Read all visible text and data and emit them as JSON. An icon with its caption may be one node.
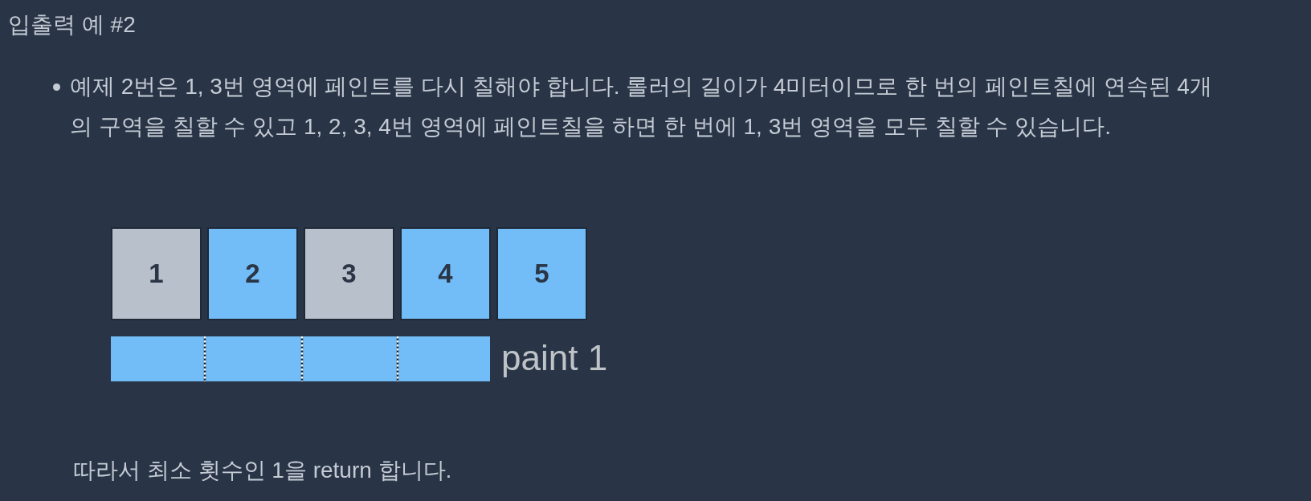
{
  "diagram": {
    "title": "입출력 예 #2",
    "nodes": [
      {
        "text": [
          "1"
        ]
      },
      {
        "text": [
          "2"
        ]
      },
      {
        "text": [
          "3"
        ]
      },
      {
        "text": [
          "4"
        ]
      },
      {
        "text": [
          "5"
        ]
      },
      {
        "text": [],
        "shape": "bar",
        "beside": [
          "paint 1"
        ]
      }
    ],
    "labels": [
      "예제 2번은 1, 3번 영역에 페인트를 다시 칠해야 합니다. 롤러의 길이가 4미터이므로 한 번의 페인트칠에 연속된 4개의 구역을 칠할 수 있고 1, 2, 3, 4번 영역에 페인트칠을 하면 한 번에 1, 3번 영역을 모두 칠할 수 있습니다.",
      "따라서 최소 횟수인 1을 return 합니다."
    ]
  }
}
